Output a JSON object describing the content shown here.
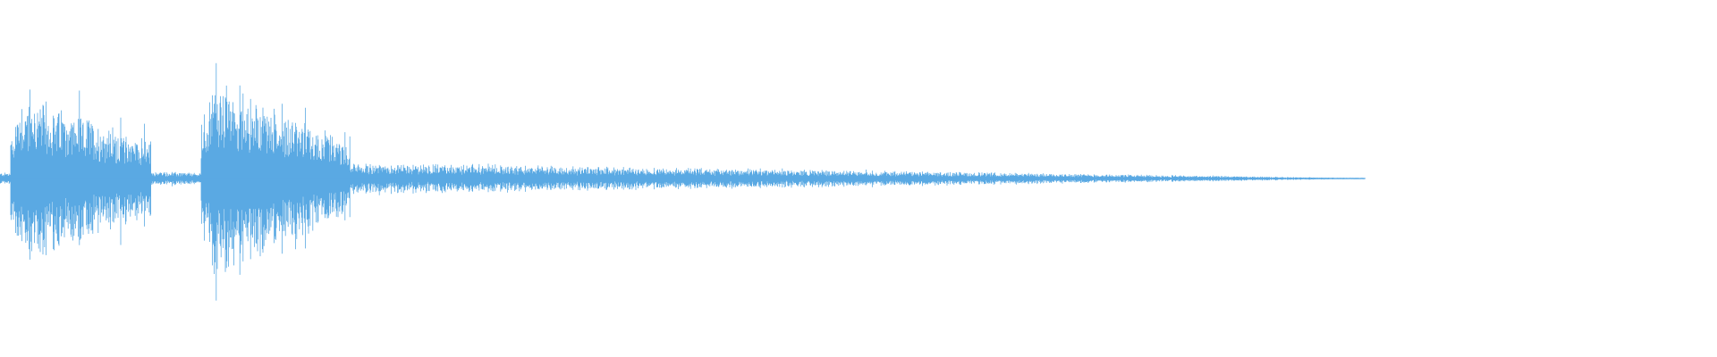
{
  "waveform": {
    "color": "#5aa9e3",
    "background": "#ffffff",
    "duration_fraction_of_view": 0.795,
    "peak_amplitude": 1.0,
    "segments": [
      {
        "start": 0.0,
        "end": 0.006,
        "amplitude": 0.06,
        "decay": 0.0
      },
      {
        "start": 0.006,
        "end": 0.088,
        "amplitude": 0.85,
        "decay": 0.55,
        "peak_at": 0.012
      },
      {
        "start": 0.088,
        "end": 0.117,
        "amplitude": 0.07,
        "decay": 0.2
      },
      {
        "start": 0.117,
        "end": 0.204,
        "amplitude": 1.0,
        "decay": 0.65,
        "peak_at": 0.124
      },
      {
        "start": 0.204,
        "end": 0.795,
        "amplitude": 0.17,
        "decay": 0.97
      }
    ]
  }
}
